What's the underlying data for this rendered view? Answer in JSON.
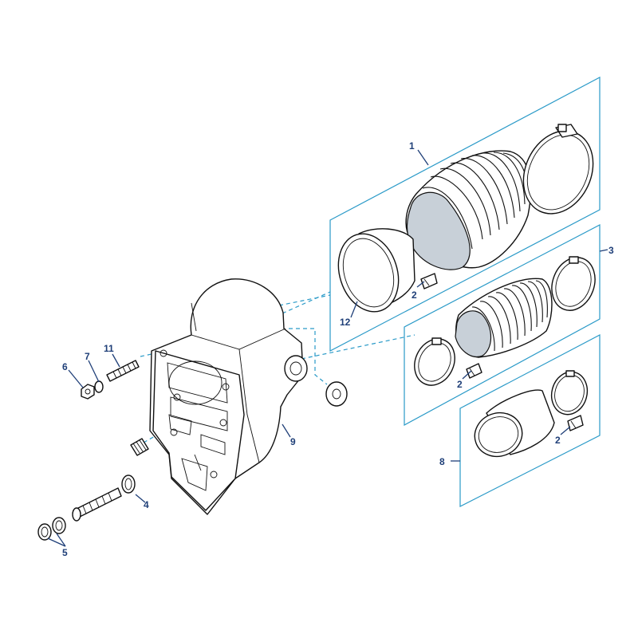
{
  "callouts": {
    "c1": "1",
    "c2a": "2",
    "c2b": "2",
    "c2c": "2",
    "c3": "3",
    "c4": "4",
    "c5": "5",
    "c6": "6",
    "c7": "7",
    "c8": "8",
    "c9": "9",
    "c11": "11",
    "c12": "12"
  },
  "colors": {
    "callout_text": "#1f3f78",
    "frame_line": "#2a9ac8",
    "bellows_interior": "#c8d0d8"
  }
}
